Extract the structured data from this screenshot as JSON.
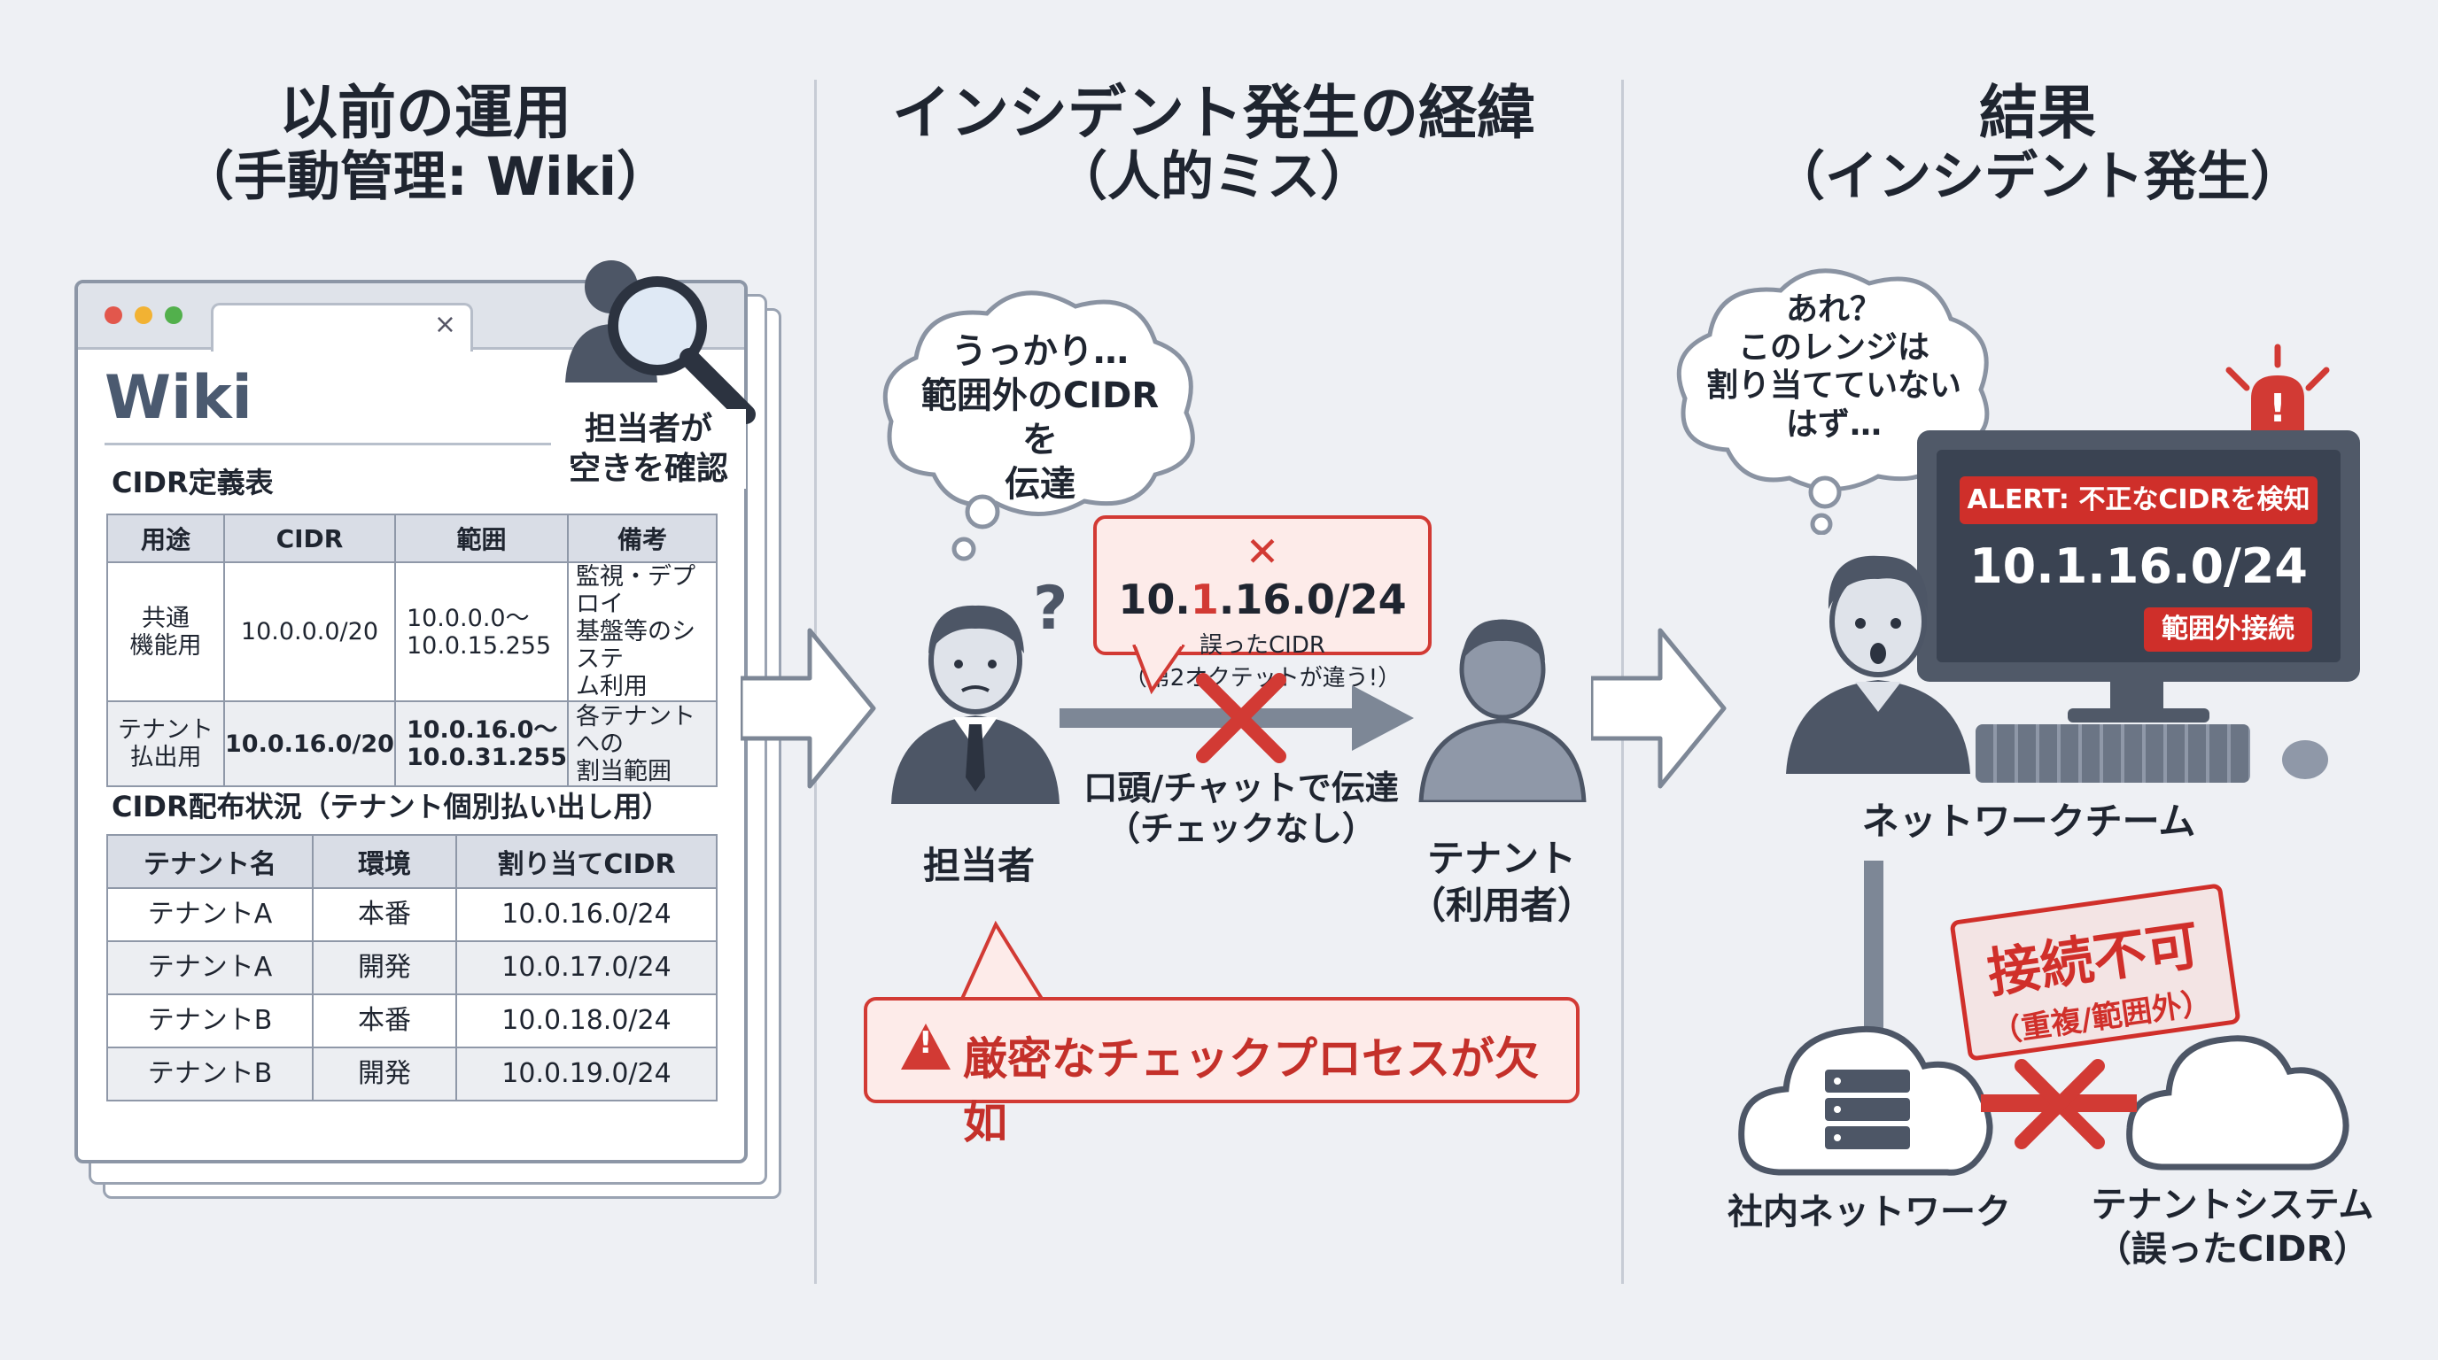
{
  "columns": {
    "left": {
      "title": "以前の運用",
      "subtitle": "（手動管理: Wiki）"
    },
    "middle": {
      "title": "インシデント発生の経緯",
      "subtitle": "（人的ミス）"
    },
    "right": {
      "title": "結果",
      "subtitle": "（インシデント発生）"
    }
  },
  "wiki": {
    "logo": "Wiki",
    "tab_close": "×",
    "checker_label": [
      "担当者が",
      "空きを確認"
    ],
    "definition_table": {
      "title": "CIDR定義表",
      "headers": [
        "用途",
        "CIDR",
        "範囲",
        "備考"
      ],
      "rows": [
        {
          "purpose": [
            "共通",
            "機能用"
          ],
          "cidr": "10.0.0.0/20",
          "range": [
            "10.0.0.0～",
            "10.0.15.255"
          ],
          "note": [
            "監視・デプロイ",
            "基盤等のシステ",
            "ム利用"
          ]
        },
        {
          "purpose": [
            "テナント",
            "払出用"
          ],
          "cidr": "10.0.16.0/20",
          "range": [
            "10.0.16.0～",
            "10.0.31.255"
          ],
          "note": [
            "各テナントへの",
            "割当範囲"
          ]
        }
      ]
    },
    "distribution_table": {
      "title": "CIDR配布状況（テナント個別払い出し用）",
      "headers": [
        "テナント名",
        "環境",
        "割り当てCIDR"
      ],
      "rows": [
        {
          "tenant": "テナントA",
          "env": "本番",
          "cidr": "10.0.16.0/24"
        },
        {
          "tenant": "テナントA",
          "env": "開発",
          "cidr": "10.0.17.0/24"
        },
        {
          "tenant": "テナントB",
          "env": "本番",
          "cidr": "10.0.18.0/24"
        },
        {
          "tenant": "テナントB",
          "env": "開発",
          "cidr": "10.0.19.0/24"
        }
      ]
    }
  },
  "middle": {
    "thought": [
      "うっかり…",
      "範囲外のCIDRを",
      "伝達"
    ],
    "question_mark": "?",
    "wrong_cidr": {
      "mark": "✕",
      "prefix": "10.",
      "highlight": "1",
      "suffix": ".16.0/24",
      "caption": "誤ったCIDR",
      "note": "（第2オクテットが違う!）"
    },
    "channel": [
      "口頭/チャットで伝達",
      "（チェックなし）"
    ],
    "staff_label": "担当者",
    "tenant_label": [
      "テナント",
      "（利用者）"
    ],
    "warning": "厳密なチェックプロセスが欠如",
    "warning_icon": "!"
  },
  "right": {
    "thought": [
      "あれ？",
      "このレンジは",
      "割り当てていない",
      "はず…"
    ],
    "alarm_icon": "!",
    "alert": "ALERT: 不正なCIDRを検知",
    "detected_cidr": "10.1.16.0/24",
    "out_of_range": "範囲外接続",
    "team_label": "ネットワークチーム",
    "stamp": [
      "接続不可",
      "（重複/範囲外）"
    ],
    "internal_label": "社内ネットワーク",
    "tenant_system_label": [
      "テナントシステム",
      "（誤ったCIDR）"
    ]
  },
  "colors": {
    "accent_red": "#d23a34",
    "person_gray": "#4d5666",
    "line_gray": "#7d8796",
    "background": "#eef0f4"
  }
}
